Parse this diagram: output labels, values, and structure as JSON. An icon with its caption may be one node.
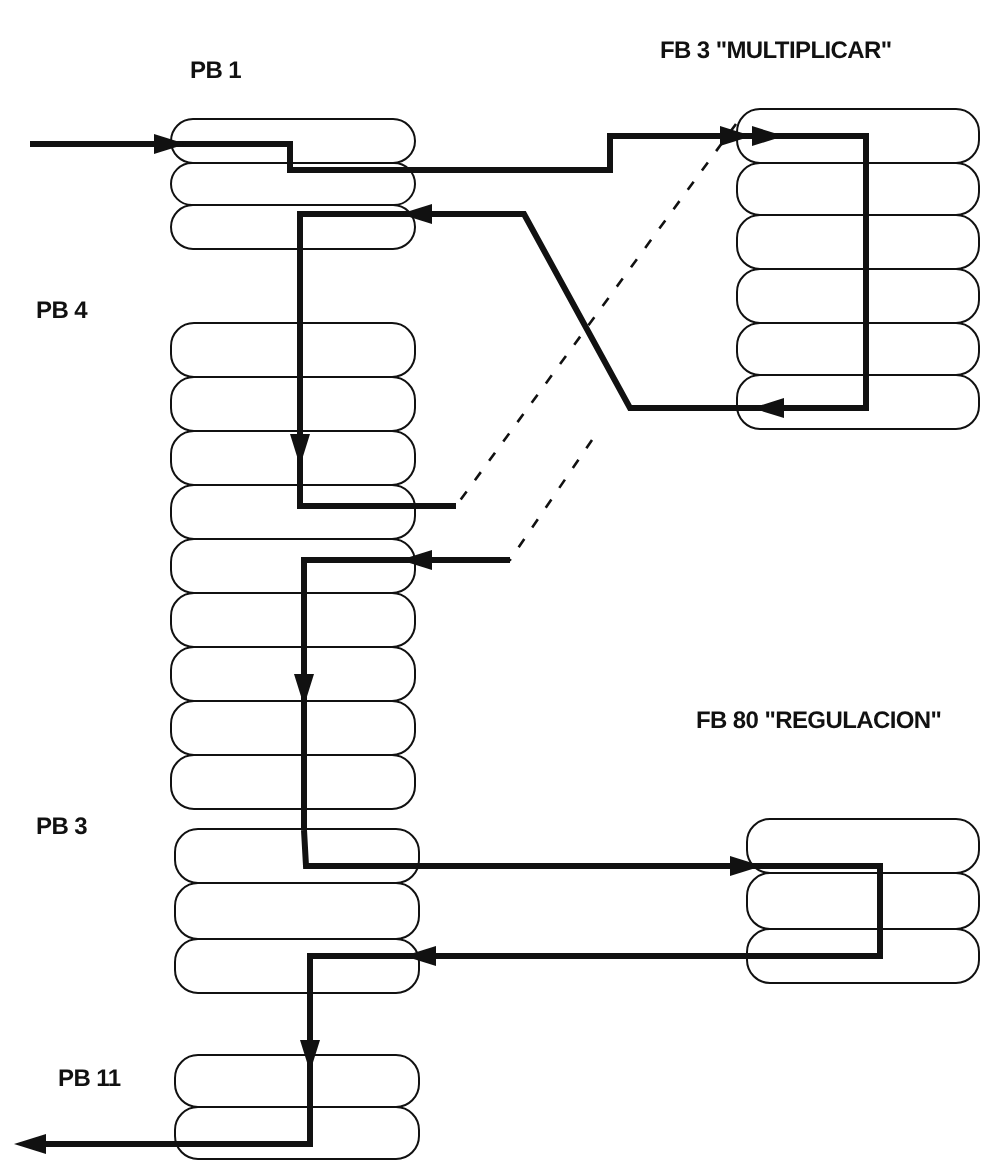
{
  "diagram": {
    "nodes": [
      {
        "text": [
          "PB 1"
        ]
      },
      {
        "text": [
          "PB 4"
        ]
      },
      {
        "text": [
          "PB 3"
        ]
      },
      {
        "text": [
          "PB 11"
        ]
      },
      {
        "text": [
          "FB 3 \"MULTIPLICAR\""
        ]
      },
      {
        "text": [
          "FB 80 \"REGULACION\""
        ]
      }
    ],
    "edges": [
      {
        "from": null,
        "to": 0,
        "arrow": "to"
      },
      {
        "from": 0,
        "to": 4,
        "arrow": "to"
      },
      {
        "from": 4,
        "to": 0,
        "arrow": "to"
      },
      {
        "from": 0,
        "to": 1,
        "arrow": "none"
      },
      {
        "from": 1,
        "to": 2,
        "arrow": "none"
      },
      {
        "from": 2,
        "to": 5,
        "arrow": "to"
      },
      {
        "from": 5,
        "to": 2,
        "arrow": "to"
      },
      {
        "from": 2,
        "to": 3,
        "arrow": "to"
      },
      {
        "from": 3,
        "to": null,
        "arrow": "to"
      },
      {
        "from": 1,
        "to": 4,
        "arrow": "none",
        "style": "dashed"
      },
      {
        "from": null,
        "to": 1,
        "arrow": "to",
        "style": "dashed"
      }
    ]
  }
}
